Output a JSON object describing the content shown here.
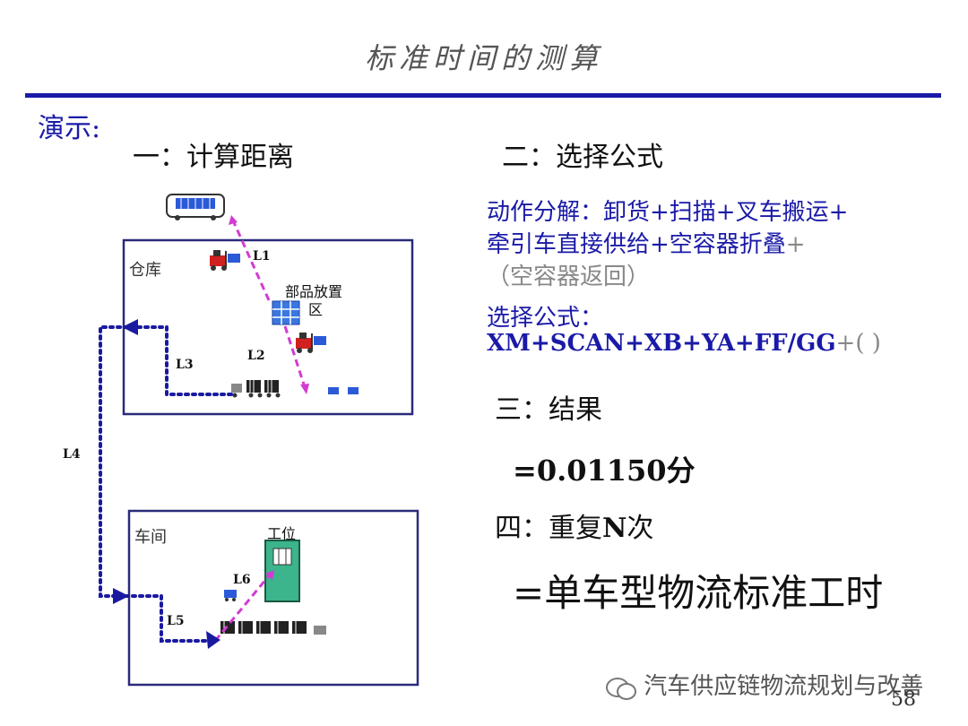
{
  "header": {
    "title": "标准时间的测算"
  },
  "demo_label": "演示:",
  "left": {
    "step1": "一：计算距离",
    "warehouse_label": "仓库",
    "parts_area_label_line1": "部品放置",
    "parts_area_label_line2": "区",
    "workshop_label": "车间",
    "workstation_label": "工位",
    "route_labels": {
      "l1": "L1",
      "l2": "L2",
      "l3": "L3",
      "l4": "L4",
      "l5": "L5",
      "l6": "L6"
    }
  },
  "right": {
    "step2": "二：选择公式",
    "decomp_line1": "动作分解：卸货+扫描+叉车搬运+",
    "decomp_line2": "牵引车直接供给+空容器折叠",
    "decomp_line2_tail": "+",
    "decomp_line3": "（空容器返回）",
    "formula_label": "选择公式：",
    "formula_main": "XM+SCAN+XB+YA+FF/GG",
    "formula_tail": "+(  )",
    "step3": "三：结果",
    "result_value": "=0.01150分",
    "step4_prefix": "四：重复",
    "step4_n": "N",
    "step4_suffix": "次",
    "final": "=单车型物流标准工时"
  },
  "footer": {
    "watermark": "汽车供应链物流规划与改善",
    "page_number": "58"
  },
  "colors": {
    "accent_blue": "#1a1aa8",
    "route_magenta": "#d23cd2",
    "route_navy": "#1a1aa0",
    "workstation_green": "#3cb48c"
  }
}
